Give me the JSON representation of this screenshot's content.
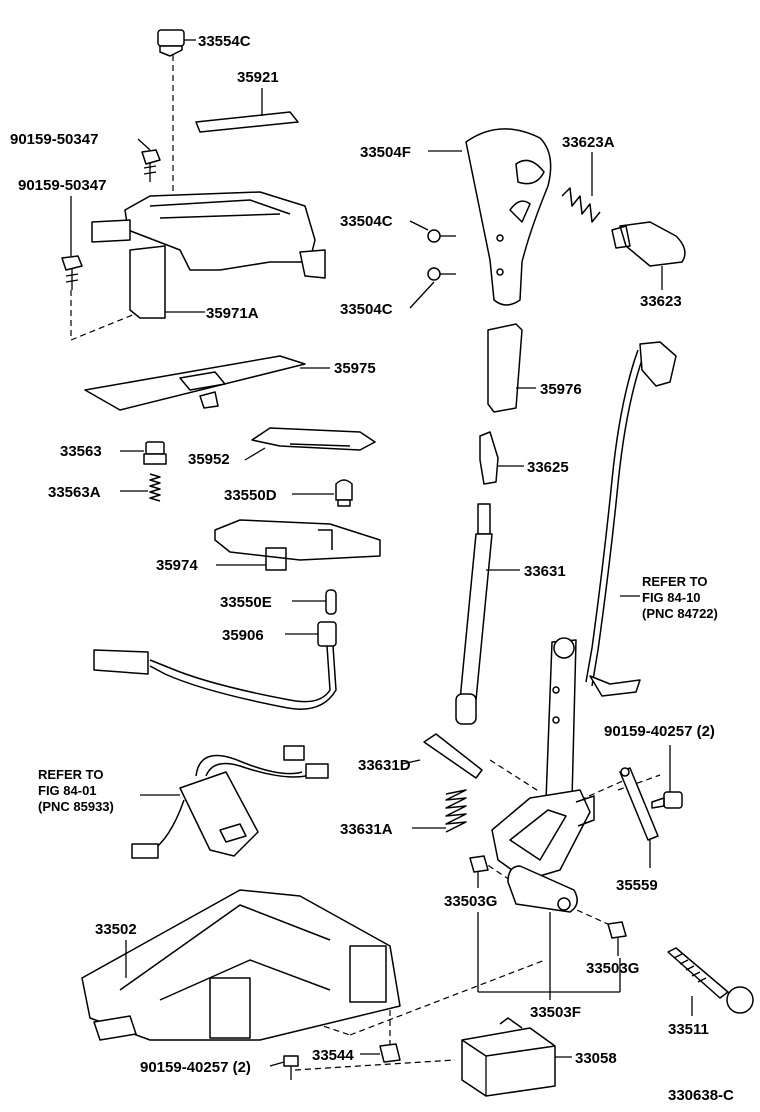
{
  "labels": {
    "p33554C": "33554C",
    "p35921": "35921",
    "p90159_50347a": "90159-50347",
    "p90159_50347b": "90159-50347",
    "p35971A": "35971A",
    "p35975": "35975",
    "p33563": "33563",
    "p33563A": "33563A",
    "p35952": "35952",
    "p33550D": "33550D",
    "p35974": "35974",
    "p33550E": "33550E",
    "p35906": "35906",
    "p33502": "33502",
    "p90159_40257a": "90159-40257 (2)",
    "p33544": "33544",
    "p33058": "33058",
    "p33504F": "33504F",
    "p33623A": "33623A",
    "p33504C_a": "33504C",
    "p33504C_b": "33504C",
    "p33623": "33623",
    "p35976": "35976",
    "p33625": "33625",
    "p33631": "33631",
    "p33631D": "33631D",
    "p33631A": "33631A",
    "p33503G_a": "33503G",
    "p33503G_b": "33503G",
    "p33503F": "33503F",
    "p33511": "33511",
    "p35559": "35559",
    "p90159_40257b": "90159-40257 (2)"
  },
  "notes": {
    "refer_left": [
      "REFER TO",
      "FIG 84-01",
      "(PNC 85933)"
    ],
    "refer_right": [
      "REFER TO",
      "FIG 84-10",
      "(PNC 84722)"
    ]
  },
  "figure_code": "330638-C"
}
